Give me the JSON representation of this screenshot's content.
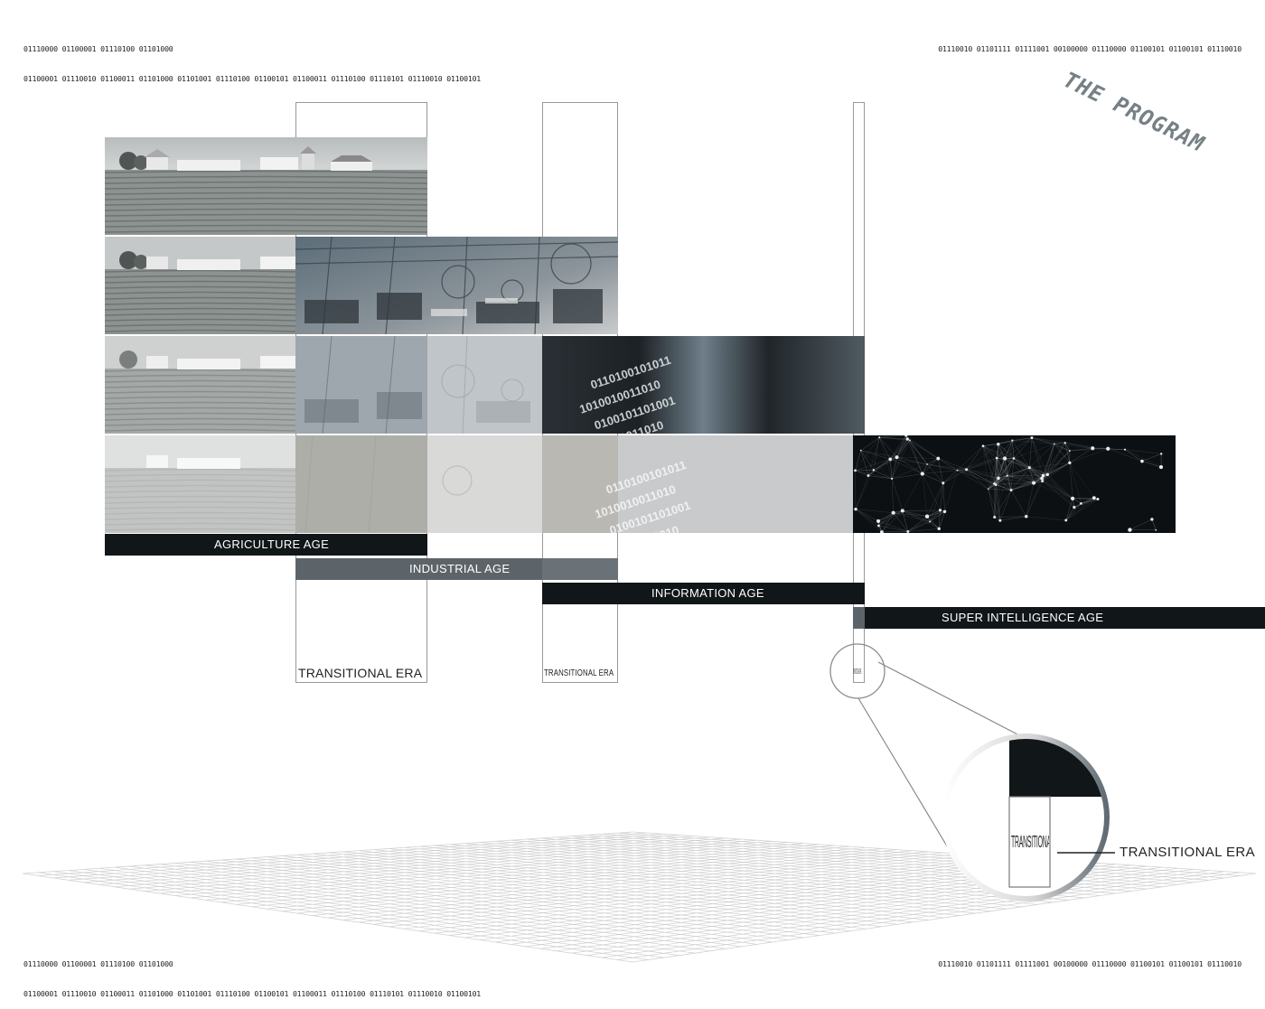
{
  "binary": {
    "top_left": [
      "01110000 01100001 01110100 01101000",
      "01100001 01110010 01100011 01101000 01101001 01110100 01100101 01100011 01110100 01110101 01110010 01100101"
    ],
    "top_right": [
      "01110010 01101111 01111001 00100000 01110000 01100101 01100101 01110010"
    ],
    "bottom_left": [
      "01110000 01100001 01110100 01101000",
      "01100001 01110010 01100011 01101000 01101001 01110100 01100101 01100011 01110100 01110101 01110010 01100101"
    ],
    "bottom_right": [
      "01110010 01101111 01111001 00100000 01110000 01100101 01100101 01110010"
    ]
  },
  "stamp": "THE PROGRAM",
  "ages": [
    {
      "label": "AGRICULTURE AGE",
      "color": "#111618"
    },
    {
      "label": "INDUSTRIAL AGE",
      "color": "#5d6469"
    },
    {
      "label": "INFORMATION AGE",
      "color": "#111618"
    },
    {
      "label": "SUPER INTELLIGENCE AGE",
      "color": "#111618"
    }
  ],
  "transitions": {
    "first": "TRANSITIONAL ERA",
    "second": "TRANSITIONAL ERA",
    "third": "TRANSITIONAL ERA",
    "callout": "TRANSITIONAL ERA"
  },
  "colors": {
    "dark": "#111618",
    "mid": "#5d6469",
    "frame": "#999999"
  }
}
